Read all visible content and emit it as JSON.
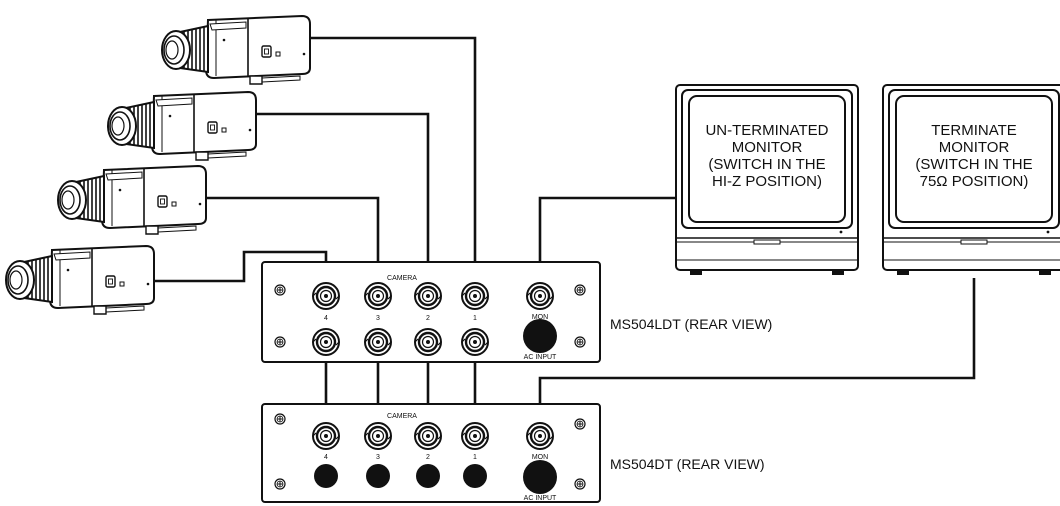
{
  "units": [
    {
      "model_label": "MS504LDT (REAR VIEW)",
      "camera_label": "CAMERA",
      "input_numbers": [
        "4",
        "3",
        "2",
        "1"
      ],
      "mon_label": "MON",
      "ac_label": "AC INPUT"
    },
    {
      "model_label": "MS504DT (REAR VIEW)",
      "camera_label": "CAMERA",
      "input_numbers": [
        "4",
        "3",
        "2",
        "1"
      ],
      "mon_label": "MON",
      "ac_label": "AC INPUT"
    }
  ],
  "monitors": [
    {
      "lines": [
        "UN-TERMINATED",
        "MONITOR",
        "(SWITCH IN THE",
        "HI-Z POSITION)"
      ]
    },
    {
      "lines": [
        "TERMINATE",
        "MONITOR",
        "(SWITCH IN THE",
        "75Ω POSITION)"
      ]
    }
  ],
  "colors": {
    "line": "#111111",
    "background": "#ffffff"
  }
}
